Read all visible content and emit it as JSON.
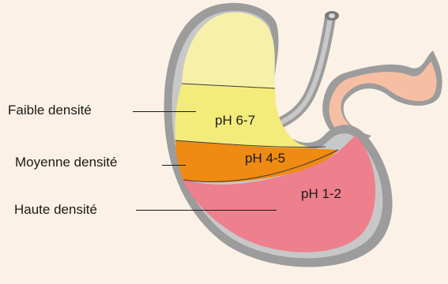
{
  "diagram": {
    "background_color": "#fbf1e6",
    "colors": {
      "wall": "#9c9c9c",
      "wall_inner": "#c8c8c8",
      "low_density_zone": "#f4ec7a",
      "top_zone": "#f7f0a8",
      "medium_density_zone": "#ef8a12",
      "high_density_zone": "#ee7f8c",
      "duodenum": "#f6bfa4"
    },
    "labels": {
      "low": "Faible densité",
      "medium": "Moyenne densité",
      "high": "Haute densité"
    },
    "zones": {
      "low_ph": "pH 6-7",
      "medium_ph": "pH 4-5",
      "high_ph": "pH 1-2"
    }
  }
}
